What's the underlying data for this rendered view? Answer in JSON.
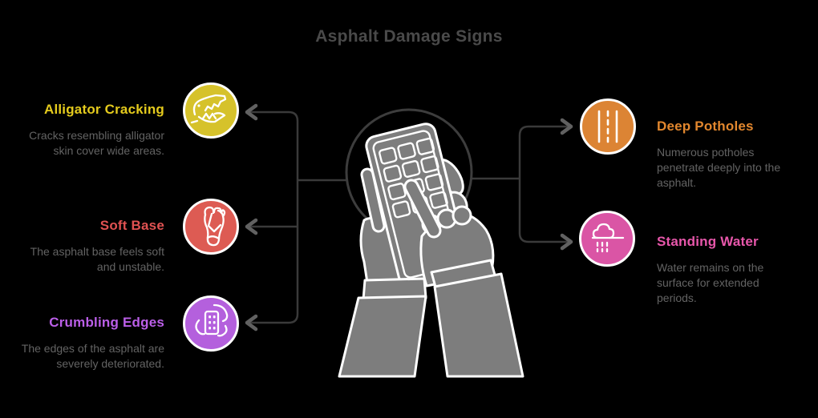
{
  "title": "Asphalt Damage Signs",
  "left_items": [
    {
      "id": "alligator-cracking",
      "title": "Alligator Cracking",
      "description": "Cracks resembling alligator skin cover wide areas.",
      "color": "#e5cb1d",
      "circle_color": "#d6c22b",
      "icon": "alligator-icon"
    },
    {
      "id": "soft-base",
      "title": "Soft Base",
      "description": "The asphalt base feels soft and unstable.",
      "color": "#e05252",
      "circle_color": "#dd5b53",
      "icon": "footprint-icon"
    },
    {
      "id": "crumbling-edges",
      "title": "Crumbling Edges",
      "description": "The edges of the asphalt are severely deteriorated.",
      "color": "#bb5fe8",
      "circle_color": "#b460dd",
      "icon": "crumbling-building-icon"
    }
  ],
  "right_items": [
    {
      "id": "deep-potholes",
      "title": "Deep Potholes",
      "description": "Numerous potholes penetrate deeply into the asphalt.",
      "color": "#e2872e",
      "circle_color": "#dc8434",
      "icon": "road-icon"
    },
    {
      "id": "standing-water",
      "title": "Standing Water",
      "description": "Water remains on the surface for extended periods.",
      "color": "#e857ab",
      "circle_color": "#da55a5",
      "icon": "rain-water-icon"
    }
  ],
  "center": {
    "illustration": "hands-using-keypad-phone"
  },
  "colors": {
    "background": "#000000",
    "title_text": "#4a4a4a",
    "description_text": "#636363",
    "connector_line": "#3a3a3a",
    "arrowhead": "#616161",
    "illustration_fill": "#7d7d7d",
    "illustration_outline": "#ffffff",
    "circle_outline": "#3d3d3d"
  }
}
